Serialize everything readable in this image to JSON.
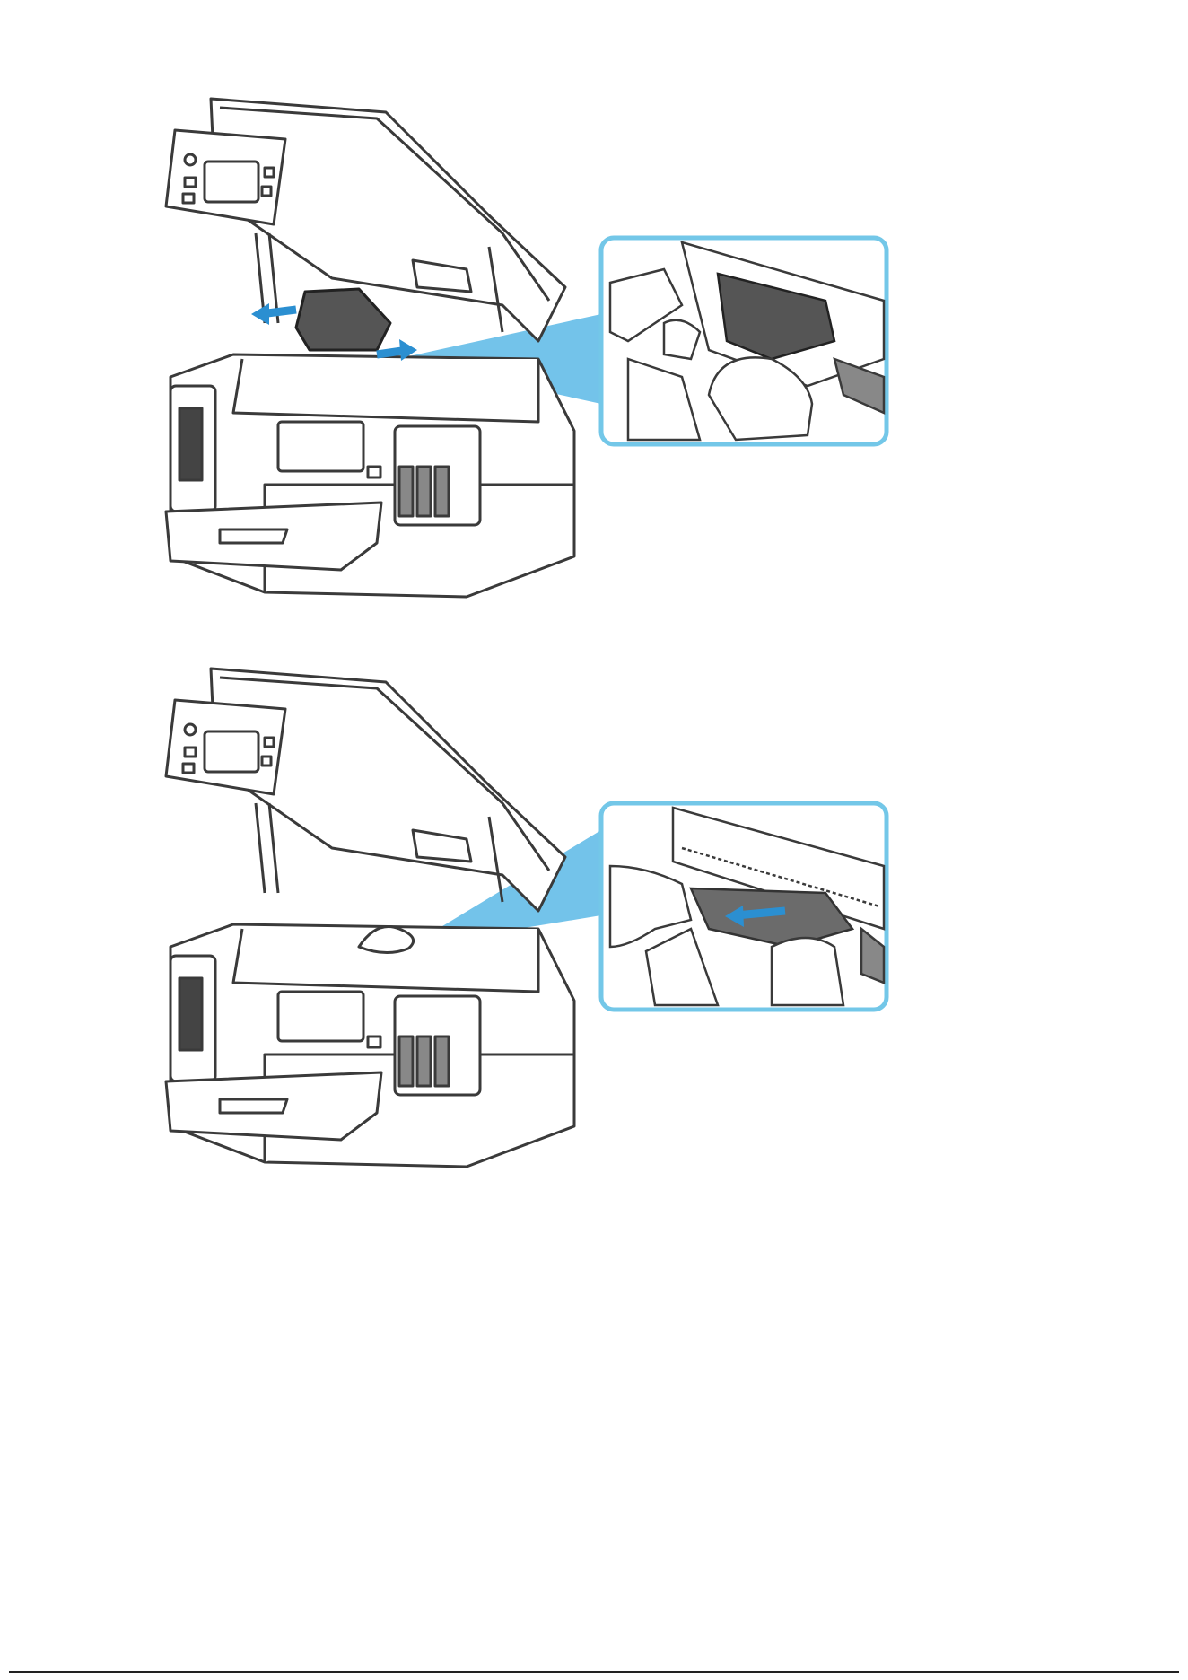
{
  "page": {
    "figures": [
      {
        "id": "fig-move-print-head-holder",
        "icon": "printer-open-illustration",
        "callout_icon": "hand-moving-print-head-holder"
      },
      {
        "id": "fig-remove-jammed-paper",
        "icon": "printer-open-illustration",
        "callout_icon": "hands-pulling-jammed-paper"
      }
    ]
  },
  "colors": {
    "callout_border": "#73c7e8",
    "callout_beam": "#5bb8e6",
    "arrow": "#2b8fd1",
    "line": "#3a3a3a",
    "dark_part": "#555555",
    "paper_jam": "#6b6b6b"
  }
}
